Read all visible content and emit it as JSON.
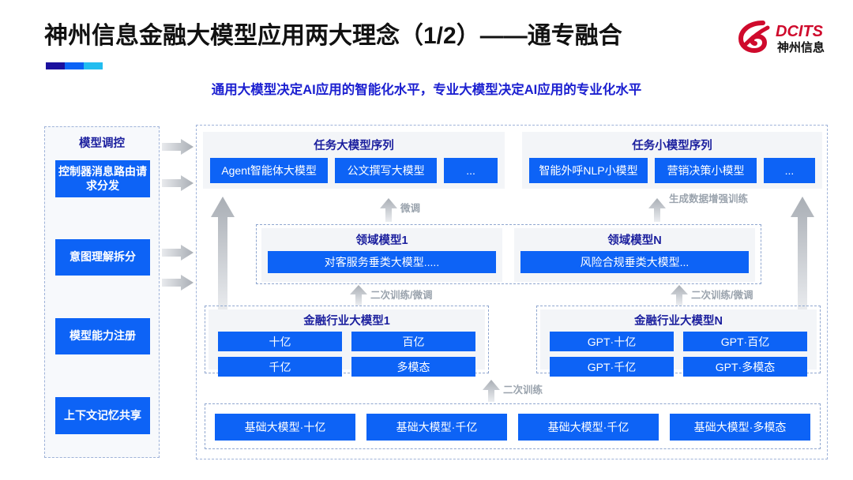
{
  "header": {
    "title": "神州信息金融大模型应用两大理念（1/2）——通专融合",
    "subtitle": "通用大模型决定AI应用的智能化水平，专业大模型决定AI应用的专业化水平",
    "logo": {
      "brand_en": "DCITS",
      "brand_cn": "神州信息"
    },
    "accent_colors": [
      "#1b109e",
      "#0b63f6",
      "#22bdf0"
    ]
  },
  "colors": {
    "chip_blue": "#0d63f6",
    "title_blue": "#1b1f9e",
    "subtitle_blue": "#1b1fd0",
    "panel_gray": "#f3f5f8",
    "dash_border": "#9fb3d9",
    "arrow_gray": "#b8bdc4",
    "logo_red": "#cf0a2c"
  },
  "sidebar": {
    "title": "模型调控",
    "items": [
      {
        "label": "控制器消息路由请求分发"
      },
      {
        "label": "意图理解拆分"
      },
      {
        "label": "模型能力注册"
      },
      {
        "label": "上下文记忆共享"
      }
    ]
  },
  "main": {
    "task_big": {
      "title": "任务大模型序列",
      "chips": [
        "Agent智能体大模型",
        "公文撰写大模型",
        "..."
      ]
    },
    "task_small": {
      "title": "任务小模型序列",
      "chips": [
        "智能外呼NLP小模型",
        "营销决策小模型",
        "..."
      ]
    },
    "domain": [
      {
        "title": "领域模型1",
        "chip": "对客服务垂类大模型....."
      },
      {
        "title": "领域模型N",
        "chip": "风险合规垂类大模型..."
      }
    ],
    "finance": [
      {
        "title": "金融行业大模型1",
        "chips": [
          "十亿",
          "百亿",
          "千亿",
          "多模态"
        ]
      },
      {
        "title": "金融行业大模型N",
        "chips": [
          "GPT·十亿",
          "GPT·百亿",
          "GPT·千亿",
          "GPT·多模态"
        ]
      }
    ],
    "base": {
      "chips": [
        "基础大模型·十亿",
        "基础大模型·千亿",
        "基础大模型·千亿",
        "基础大模型·多模态"
      ]
    },
    "arrow_labels": {
      "finetune": "微调",
      "data_aug": "生成数据增强训练",
      "retrain_finetune_left": "二次训练/微调",
      "retrain_finetune_right": "二次训练/微调",
      "retrain": "二次训练"
    }
  }
}
